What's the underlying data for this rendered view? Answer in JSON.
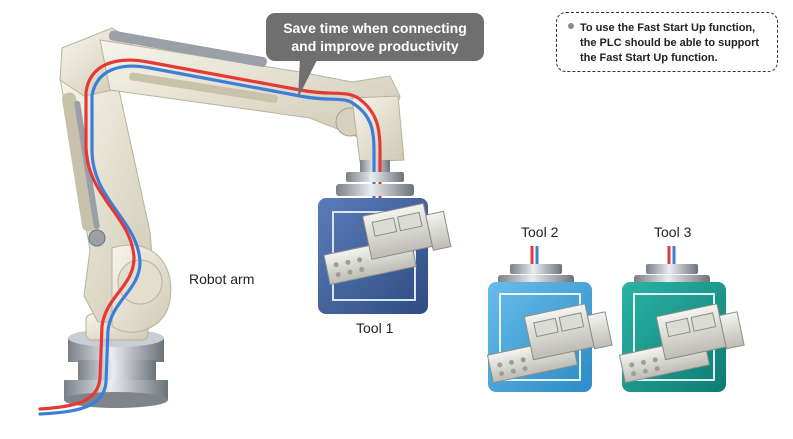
{
  "callout": {
    "line1": "Save time when connecting",
    "line2": "and improve productivity"
  },
  "note": {
    "line1": "To use the Fast Start Up function,",
    "line2": "the PLC should be able to support",
    "line3": "the Fast Start Up function."
  },
  "labels": {
    "robot_arm": "Robot arm",
    "tool1": "Tool 1",
    "tool2": "Tool 2",
    "tool3": "Tool 3"
  },
  "colors": {
    "arm": "#ece9dc",
    "tool1": "#3f5f9a",
    "tool2": "#3fa3da",
    "tool3": "#14958a",
    "cable_red": "#e53935",
    "cable_blue": "#3d7fd8"
  }
}
